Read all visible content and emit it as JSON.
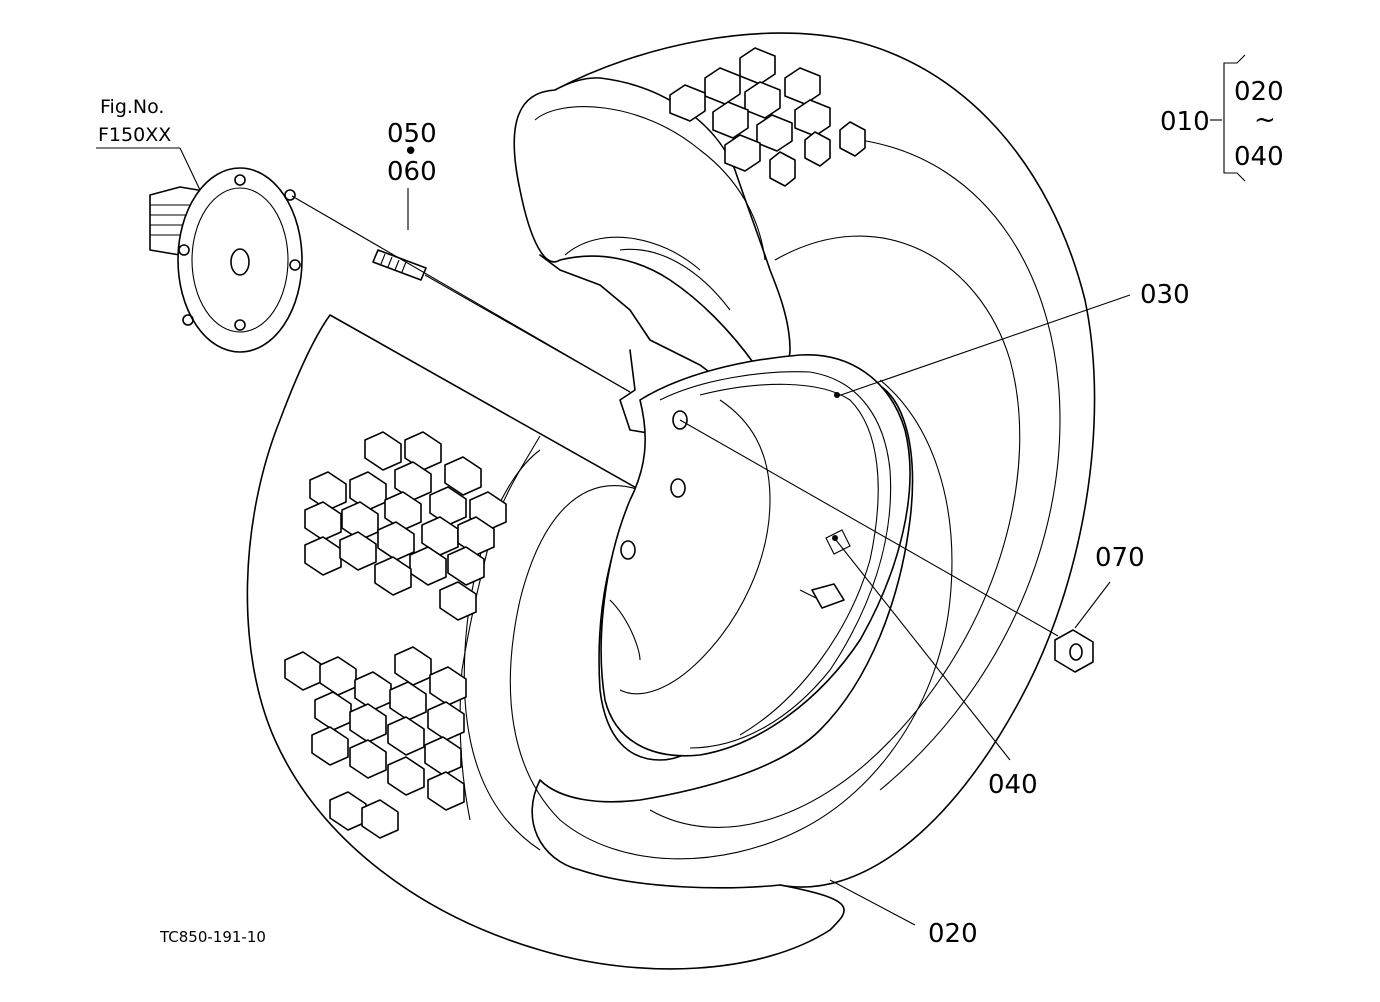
{
  "figure_ref": {
    "line1": "Fig.No.",
    "line2": "F150XX"
  },
  "parts": {
    "assembly": "010",
    "range_from": "020",
    "range_sep": "~",
    "range_to": "040",
    "stud_a": "050",
    "stud_sep": "•",
    "stud_b": "060",
    "rim": "030",
    "tire": "020",
    "valve": "040",
    "nut": "070"
  },
  "drawing_code": "TC850-191-10"
}
